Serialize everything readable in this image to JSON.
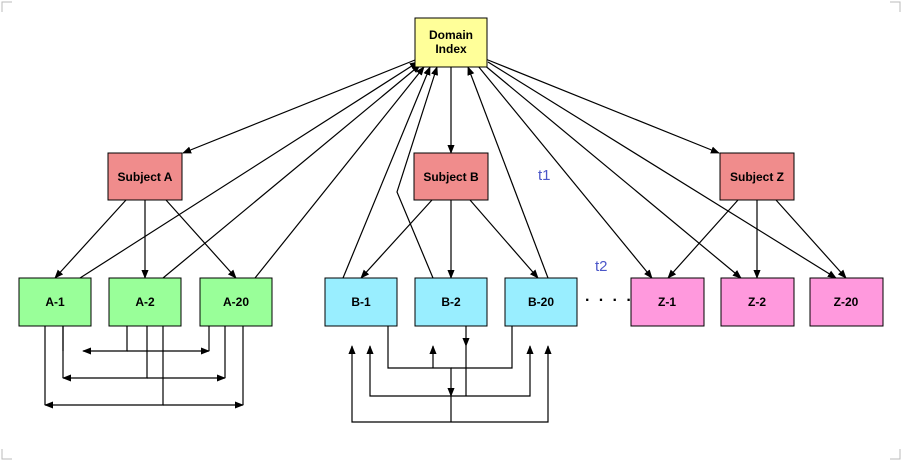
{
  "domain_index": {
    "line1": "Domain",
    "line2": "Index"
  },
  "subjects": {
    "a": "Subject  A",
    "b": "Subject  B",
    "z": "Subject  Z"
  },
  "docs": {
    "a1": "A-1",
    "a2": "A-2",
    "a20": "A-20",
    "b1": "B-1",
    "b2": "B-2",
    "b20": "B-20",
    "z1": "Z-1",
    "z2": "Z-2",
    "z20": "Z-20"
  },
  "labels": {
    "t1": "t1",
    "t2": "t2",
    "ellipsis": "· · · ·"
  },
  "colors": {
    "domain_index": "#ffff99",
    "subject": "#f08c8c",
    "group_a": "#99ff99",
    "group_b": "#99eeff",
    "group_z": "#ff99dd",
    "label": "#4a56c8"
  }
}
